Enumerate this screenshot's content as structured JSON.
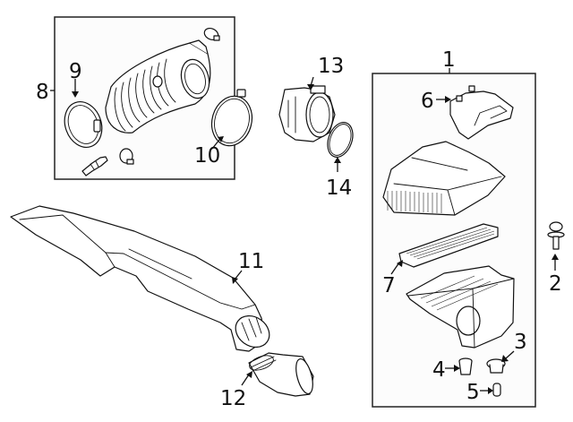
{
  "diagram": {
    "type": "exploded-parts-view",
    "groups": [
      {
        "callout": "8",
        "members": [
          "9",
          "10"
        ]
      },
      {
        "callout": "1",
        "members": [
          "3",
          "4",
          "5",
          "6",
          "7"
        ]
      }
    ],
    "callouts": [
      {
        "id": "c1",
        "label": "1"
      },
      {
        "id": "c2",
        "label": "2"
      },
      {
        "id": "c3",
        "label": "3"
      },
      {
        "id": "c4",
        "label": "4"
      },
      {
        "id": "c5",
        "label": "5"
      },
      {
        "id": "c6",
        "label": "6"
      },
      {
        "id": "c7",
        "label": "7"
      },
      {
        "id": "c8",
        "label": "8"
      },
      {
        "id": "c9",
        "label": "9"
      },
      {
        "id": "c10",
        "label": "10"
      },
      {
        "id": "c11",
        "label": "11"
      },
      {
        "id": "c12",
        "label": "12"
      },
      {
        "id": "c13",
        "label": "13"
      },
      {
        "id": "c14",
        "label": "14"
      }
    ]
  },
  "colors": {
    "line": "#111111",
    "box_fill": "#fcfcfc",
    "background": "#ffffff"
  }
}
